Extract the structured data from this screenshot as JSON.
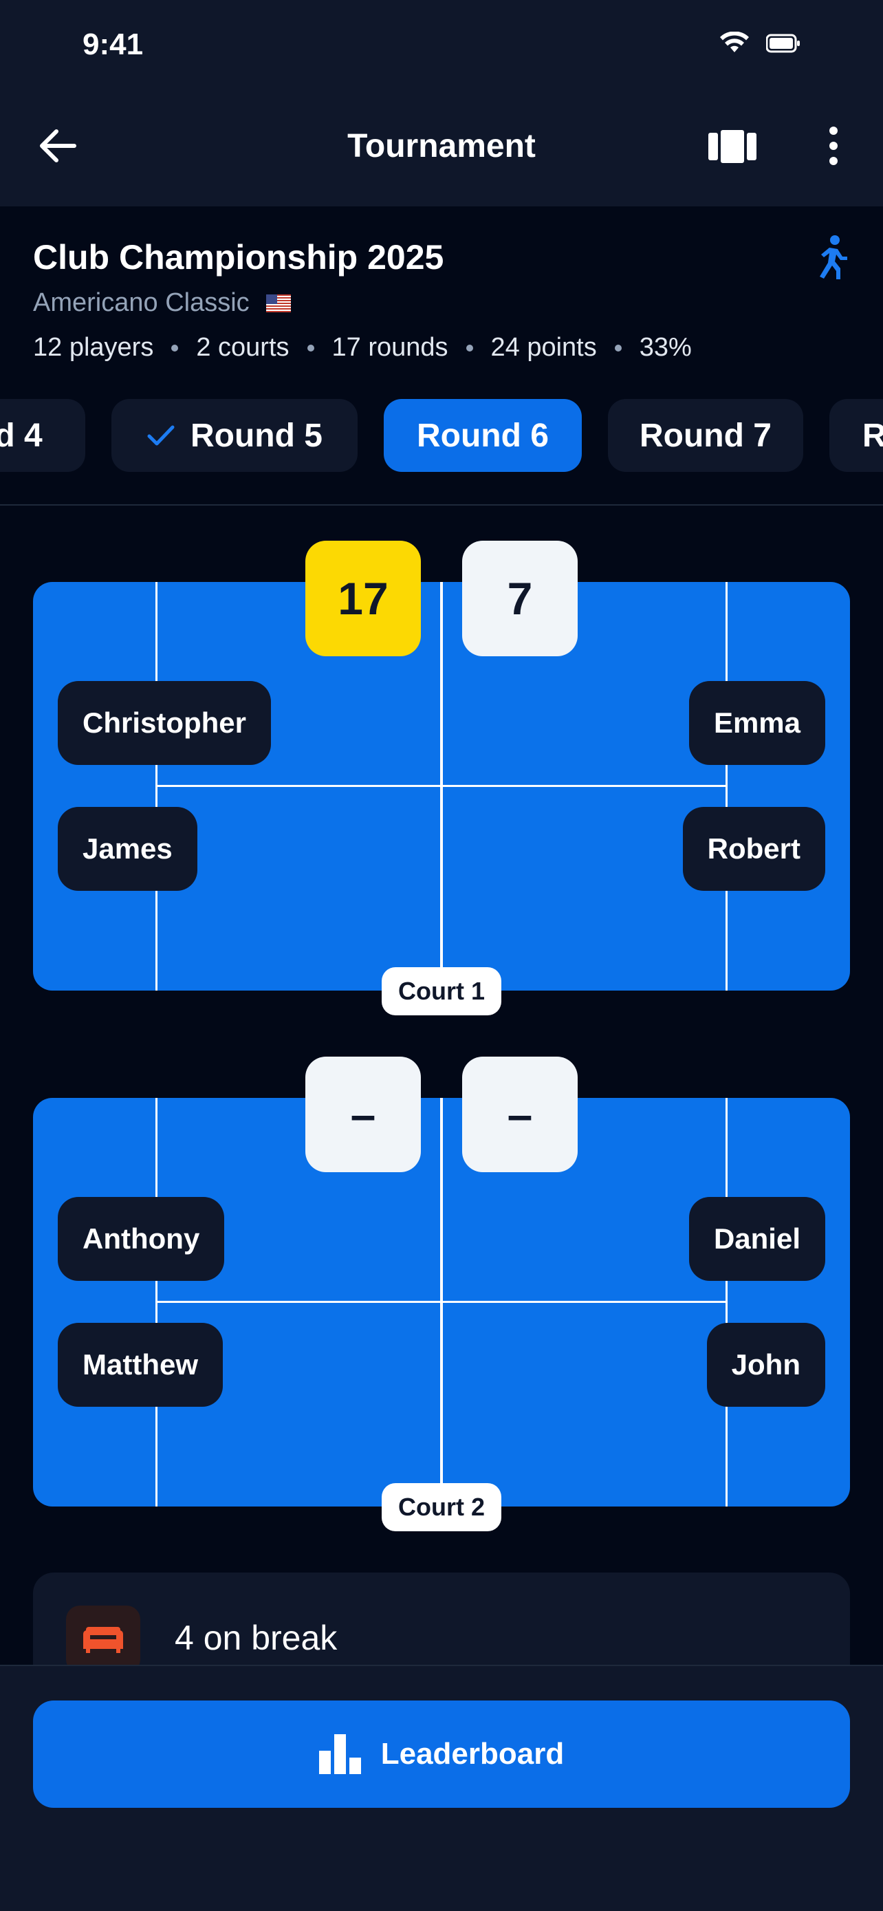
{
  "status": {
    "time": "9:41"
  },
  "header": {
    "title": "Tournament",
    "back_icon": "arrow-left-icon",
    "court_icon": "court-icon",
    "more_icon": "more-vertical-icon"
  },
  "tournament": {
    "name": "Club Championship 2025",
    "format": "Americano Classic",
    "meta": [
      "12 players",
      "2 courts",
      "17 rounds",
      "24 points",
      "33%"
    ]
  },
  "rounds": [
    {
      "label": "d 4",
      "state": "past"
    },
    {
      "label": "Round 5",
      "state": "completed"
    },
    {
      "label": "Round 6",
      "state": "active"
    },
    {
      "label": "Round 7",
      "state": "upcoming"
    },
    {
      "label": "R",
      "state": "upcoming"
    }
  ],
  "courts": [
    {
      "label": "Court 1",
      "scores": [
        "17",
        "7"
      ],
      "winner": 0,
      "left_players": [
        "Christopher",
        "James"
      ],
      "right_players": [
        "Emma",
        "Robert"
      ]
    },
    {
      "label": "Court 2",
      "scores": [
        "–",
        "–"
      ],
      "winner": null,
      "left_players": [
        "Anthony",
        "Matthew"
      ],
      "right_players": [
        "Daniel",
        "John"
      ]
    }
  ],
  "break": {
    "text": "4 on break",
    "icon": "sofa-icon"
  },
  "footer": {
    "button_label": "Leaderboard",
    "icon": "bar-chart-icon"
  },
  "colors": {
    "accent": "#0b6ee8",
    "court": "#0b72ea",
    "winner_score": "#fcd903",
    "background": "#020817",
    "surface": "#0f172a"
  }
}
